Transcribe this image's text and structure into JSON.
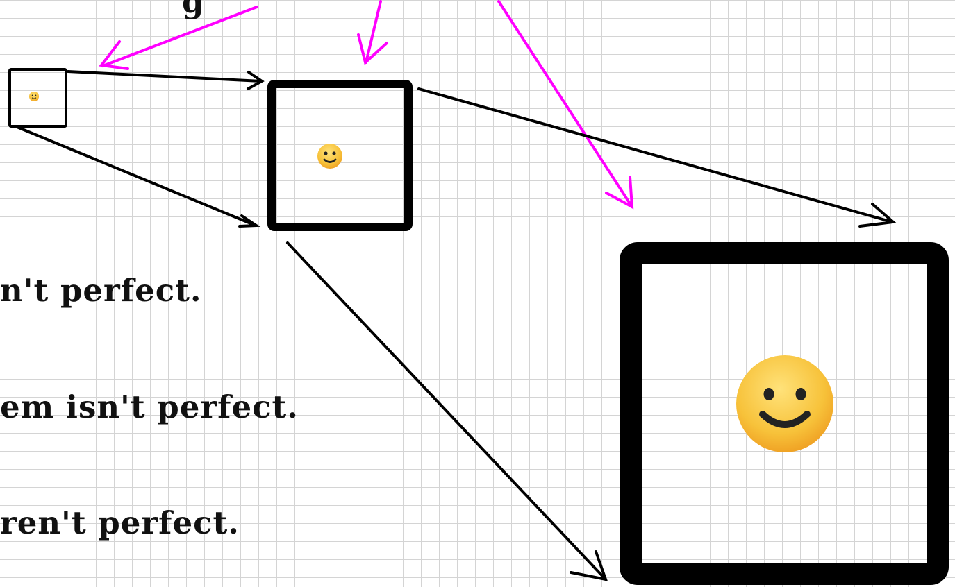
{
  "captions": [
    "n't perfect.",
    "em isn't perfect.",
    "ren't perfect."
  ],
  "fragment_top": "g",
  "icons": {
    "small": "smiley-icon",
    "medium": "smiley-icon",
    "large": "smiley-icon"
  },
  "colors": {
    "grid_line": "#d4d4d4",
    "arrow_black": "#000000",
    "arrow_magenta": "#ff00ff",
    "emoji_face": "#f7c23a",
    "emoji_features": "#222222"
  }
}
